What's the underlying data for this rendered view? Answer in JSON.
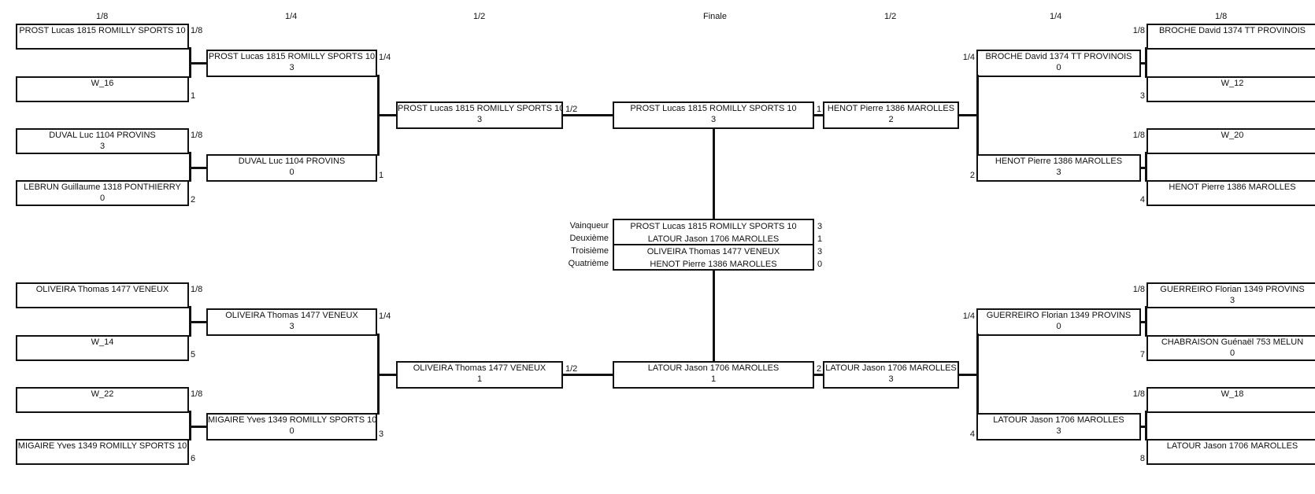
{
  "rounds": {
    "r16_left": "1/8",
    "qf_left": "1/4",
    "sf_left": "1/2",
    "final": "Finale",
    "sf_right": "1/2",
    "qf_right": "1/4",
    "r16_right": "1/8"
  },
  "left_top": {
    "r16": [
      {
        "name": "PROST Lucas 1815 ROMILLY SPORTS 10",
        "score": "",
        "tag": "1/8"
      },
      {
        "name": "W_16",
        "score": "",
        "tag": "1"
      },
      {
        "name": "DUVAL Luc 1104 PROVINS",
        "score": "3",
        "tag": "1/8"
      },
      {
        "name": "LEBRUN Guillaume 1318 PONTHIERRY",
        "score": "0",
        "tag": "2"
      }
    ],
    "qf": [
      {
        "name": "PROST Lucas 1815 ROMILLY SPORTS 10",
        "score": "3",
        "tag": "1/4"
      },
      {
        "name": "DUVAL Luc 1104 PROVINS",
        "score": "0",
        "tag": "1"
      }
    ],
    "sf": {
      "name": "PROST Lucas 1815 ROMILLY SPORTS 10",
      "score": "3",
      "tag": "1/2"
    }
  },
  "left_bottom": {
    "r16": [
      {
        "name": "OLIVEIRA Thomas 1477 VENEUX",
        "score": "",
        "tag": "1/8"
      },
      {
        "name": "W_14",
        "score": "",
        "tag": "5"
      },
      {
        "name": "W_22",
        "score": "",
        "tag": "1/8"
      },
      {
        "name": "MIGAIRE Yves 1349 ROMILLY SPORTS 10",
        "score": "",
        "tag": "6"
      }
    ],
    "qf": [
      {
        "name": "OLIVEIRA Thomas 1477 VENEUX",
        "score": "3",
        "tag": "1/4"
      },
      {
        "name": "MIGAIRE Yves 1349 ROMILLY SPORTS 10",
        "score": "0",
        "tag": "3"
      }
    ],
    "sf": {
      "name": "OLIVEIRA Thomas 1477 VENEUX",
      "score": "1",
      "tag": "1/2"
    }
  },
  "final": {
    "top": {
      "name": "PROST Lucas 1815 ROMILLY SPORTS 10",
      "score": "3",
      "tag": "1"
    },
    "bottom": {
      "name": "LATOUR Jason 1706 MAROLLES",
      "score": "1",
      "tag": "2"
    }
  },
  "placements": [
    {
      "label": "Vainqueur",
      "name": "PROST Lucas 1815 ROMILLY SPORTS 10",
      "value": "3"
    },
    {
      "label": "Deuxième",
      "name": "LATOUR Jason 1706 MAROLLES",
      "value": "1"
    },
    {
      "label": "Troisième",
      "name": "OLIVEIRA Thomas 1477 VENEUX",
      "value": "3"
    },
    {
      "label": "Quatrième",
      "name": "HENOT Pierre 1386 MAROLLES",
      "value": "0"
    }
  ],
  "right_top": {
    "r16": [
      {
        "name": "BROCHE David 1374 TT PROVINOIS",
        "score": "",
        "tag": "1/8"
      },
      {
        "name": "W_12",
        "score": "",
        "tag": "3"
      },
      {
        "name": "W_20",
        "score": "",
        "tag": "1/8"
      },
      {
        "name": "HENOT Pierre 1386 MAROLLES",
        "score": "",
        "tag": "4"
      }
    ],
    "qf": [
      {
        "name": "BROCHE David 1374 TT PROVINOIS",
        "score": "0",
        "tag": "1/4"
      },
      {
        "name": "HENOT Pierre 1386 MAROLLES",
        "score": "3",
        "tag": "2"
      }
    ],
    "sf": {
      "name": "HENOT Pierre 1386 MAROLLES",
      "score": "2",
      "tag": ""
    }
  },
  "right_bottom": {
    "r16": [
      {
        "name": "GUERREIRO Florian 1349 PROVINS",
        "score": "3",
        "tag": "1/8"
      },
      {
        "name": "CHABRAISON Guénaël 753 MELUN",
        "score": "0",
        "tag": "7"
      },
      {
        "name": "W_18",
        "score": "",
        "tag": "1/8"
      },
      {
        "name": "LATOUR Jason 1706 MAROLLES",
        "score": "",
        "tag": "8"
      }
    ],
    "qf": [
      {
        "name": "GUERREIRO Florian 1349 PROVINS",
        "score": "0",
        "tag": "1/4"
      },
      {
        "name": "LATOUR Jason 1706 MAROLLES",
        "score": "3",
        "tag": "4"
      }
    ],
    "sf": {
      "name": "LATOUR Jason 1706 MAROLLES",
      "score": "3",
      "tag": ""
    }
  }
}
